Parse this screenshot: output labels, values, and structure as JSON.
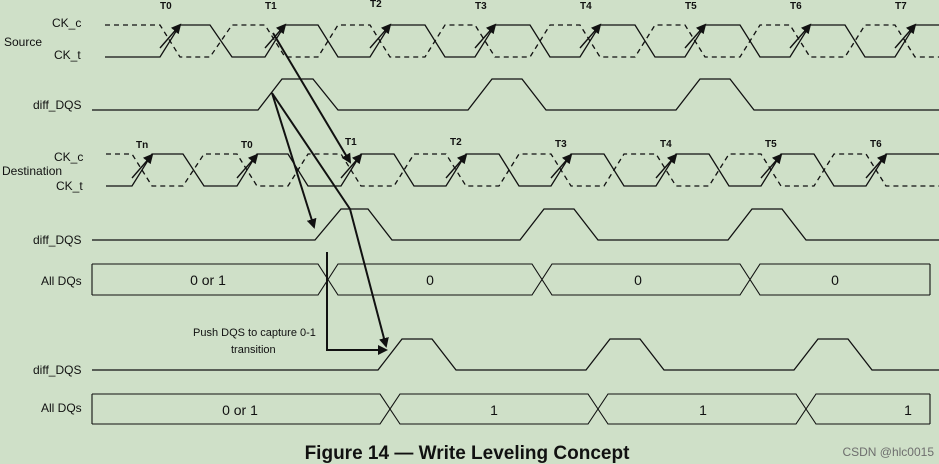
{
  "colors": {
    "background": "#cfe0c8",
    "ink": "#111111",
    "watermark": "#6e6e6e"
  },
  "source": {
    "label": "Source",
    "ck_c_label": "CK_c",
    "ck_t_label": "CK_t",
    "ticks": [
      "T0",
      "T1",
      "T2",
      "T3",
      "T4",
      "T5",
      "T6",
      "T7"
    ],
    "diff_dqs_label": "diff_DQS"
  },
  "destination": {
    "label": "Destination",
    "ck_c_label": "CK_c",
    "ck_t_label": "CK_t",
    "ticks": [
      "Tn",
      "T0",
      "T1",
      "T2",
      "T3",
      "T4",
      "T5",
      "T6"
    ],
    "diff_dqs_label": "diff_DQS",
    "all_dqs_label": "All DQs",
    "all_dqs_values": [
      "0 or 1",
      "0",
      "0",
      "0"
    ]
  },
  "pushed": {
    "diff_dqs_label": "diff_DQS",
    "all_dqs_label": "All DQs",
    "all_dqs_values": [
      "0 or 1",
      "1",
      "1",
      "1"
    ],
    "note_line1": "Push DQS to capture 0-1",
    "note_line2": "transition"
  },
  "caption": "Figure 14 — Write Leveling Concept",
  "watermark": "CSDN @hlc0015"
}
